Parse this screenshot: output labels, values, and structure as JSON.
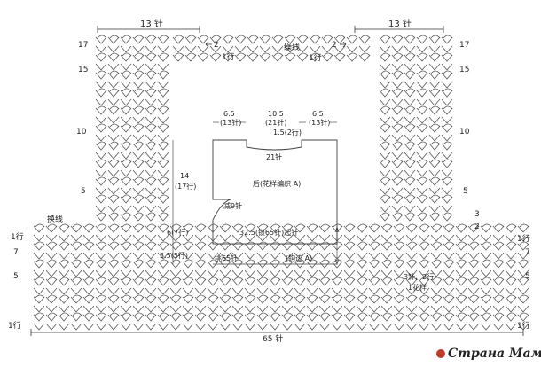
{
  "colors": {
    "ink": "#3a3a3a",
    "grid": "#555555",
    "watermark": "#c0392b",
    "bg": "#ffffff"
  },
  "labels": {
    "top_left_count": "13 针",
    "top_right_count": "13 针",
    "bottom_count": "65 针",
    "thread": "缲线",
    "change_thread": "换线",
    "one_row": "1行",
    "arrow_2": "2",
    "arrow_3": "3",
    "stitch_note_1": "3针、2行",
    "stitch_note_2": "1花样",
    "watermark": "Страна Мам"
  },
  "row_numbers": {
    "left": [
      "17",
      "15",
      "10",
      "5",
      "1行",
      "7",
      "5",
      "1行"
    ],
    "right": [
      "17",
      "15",
      "10",
      "5",
      "1行",
      "7",
      "5",
      "1行"
    ]
  },
  "schematic": {
    "top_left_width": "6.5",
    "top_left_count": "(13针)",
    "top_mid_width": "10.5",
    "top_mid_count": "(21针)",
    "top_right_width": "6.5",
    "top_right_count": "(13针)",
    "neck_depth": "1.5(2行)",
    "neck_count": "21针",
    "height_label": "14",
    "height_rows": "(17行)",
    "body_label": "后(花样编织 A)",
    "decrease": "减9针",
    "lower_height": "6(7行)",
    "width_label": "32.5(锁65针)起针",
    "edge_height": "3.5(5行)",
    "pickup": "挑65针",
    "edge_name": "(钩边 A)"
  }
}
